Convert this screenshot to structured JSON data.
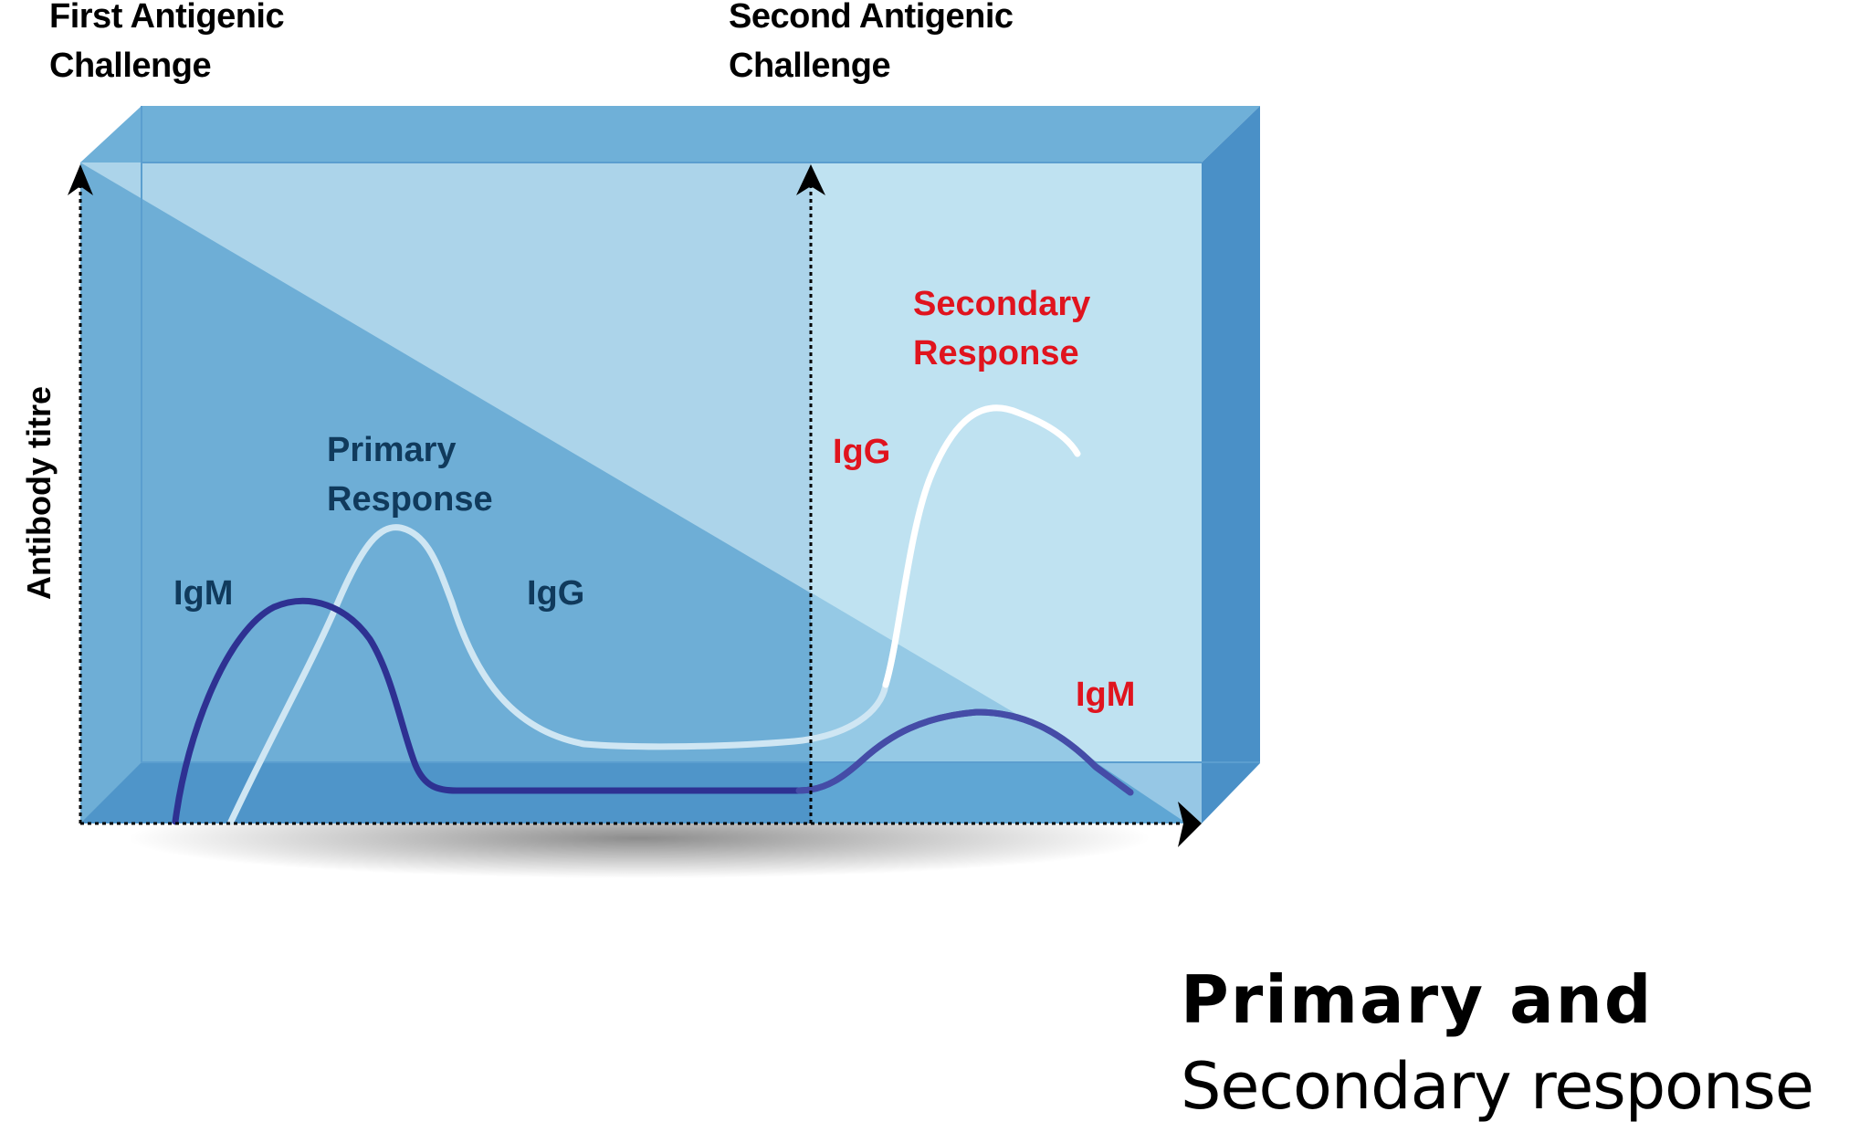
{
  "labels": {
    "first_challenge": [
      "First Antigenic",
      "Challenge"
    ],
    "second_challenge": [
      "Second Antigenic",
      "Challenge"
    ],
    "y_axis": "Antibody titre",
    "primary_response": [
      "Primary",
      "Response"
    ],
    "secondary_response": [
      "Secondary",
      "Response"
    ],
    "primary_igm": "IgM",
    "primary_igg": "IgG",
    "secondary_igg": "IgG",
    "secondary_igm": "IgM"
  },
  "title": {
    "line1": "Primary and",
    "line2": "Secondary response"
  },
  "colors": {
    "box_front_dark": "#6eaed6",
    "box_front_light": "#acd4ea",
    "box_right_region": "#bfe2f1",
    "box_side": "#4a90c7",
    "box_top": "#6fb0d8",
    "igm_curve": "#2e3192",
    "igg_primary_curve": "#cfe6f3",
    "igg_secondary_curve": "#ffffff",
    "primary_text": "#103a5c",
    "secondary_text": "#e0141e",
    "axis": "#000000"
  }
}
